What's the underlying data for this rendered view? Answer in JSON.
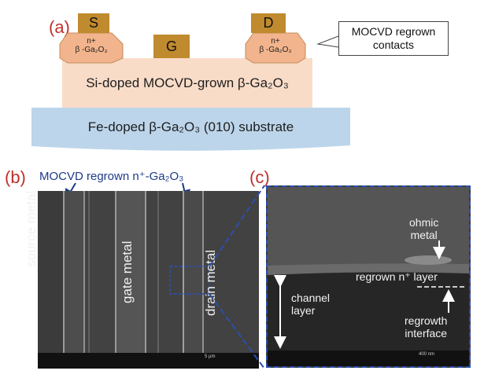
{
  "panel_a": {
    "label": "(a)",
    "source_contact": "S",
    "gate_contact": "G",
    "drain_contact": "D",
    "n_plus_text": "n+",
    "n_plus_material": "β -Ga₂O₃",
    "channel_layer": "Si-doped MOCVD-grown β-Ga₂O₃",
    "substrate": "Fe-doped β-Ga₂O₃ (010) substrate",
    "callout_line1": "MOCVD regrown",
    "callout_line2": "contacts"
  },
  "panel_b": {
    "label": "(b)",
    "title": "MOCVD regrown n⁺-Ga₂O₃",
    "source_metal": "source metal",
    "gate_metal": "gate metal",
    "drain_metal": "drain metal",
    "scale_bar": "5 µm"
  },
  "panel_c": {
    "label": "(c)",
    "ohmic_line1": "ohmic",
    "ohmic_line2": "metal",
    "regrown_layer": "regrown n⁺ layer",
    "channel_line1": "channel",
    "channel_line2": "layer",
    "interface_line1": "regrowth",
    "interface_line2": "interface",
    "scale_bar": "400 nm"
  },
  "colors": {
    "contact_gold": "#c08a2e",
    "nplus_orange": "#f2b48c",
    "channel_pink": "#f9dcc8",
    "substrate_blue": "#bcd5ea",
    "label_red": "#c0302a",
    "label_blue": "#1d3a8a"
  }
}
